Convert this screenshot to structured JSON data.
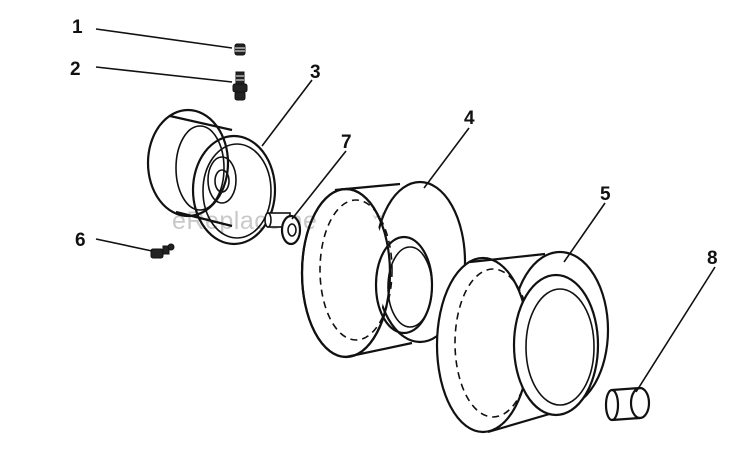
{
  "diagram": {
    "callouts": [
      {
        "id": "1",
        "label": "1"
      },
      {
        "id": "2",
        "label": "2"
      },
      {
        "id": "3",
        "label": "3"
      },
      {
        "id": "4",
        "label": "4"
      },
      {
        "id": "5",
        "label": "5"
      },
      {
        "id": "6",
        "label": "6"
      },
      {
        "id": "7",
        "label": "7"
      },
      {
        "id": "8",
        "label": "8"
      }
    ],
    "watermark": "eReplacementParts.com",
    "colors": {
      "ink": "#111111",
      "watermark": "#c9c9c9",
      "background": "#ffffff"
    }
  }
}
